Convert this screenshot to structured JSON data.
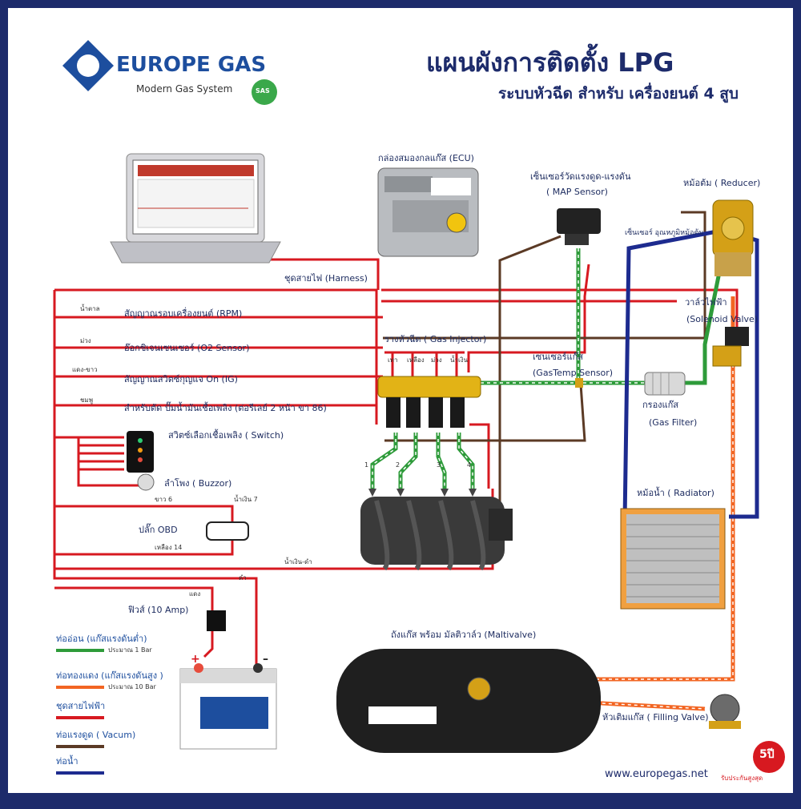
{
  "brand": {
    "name": "EUROPE GAS",
    "tagline": "Modern Gas System",
    "badge": "SAS",
    "website": "www.europegas.net",
    "warranty": "รับประกันสูงสุด",
    "warranty_years": "5ปี"
  },
  "title": {
    "main": "แผนผังการติดตั้ง LPG",
    "sub": "ระบบหัวฉีด สำหรับ เครื่องยนต์ 4 สูบ"
  },
  "components": {
    "ecu": "กล่องสมองกลแก๊ส (ECU)",
    "harness": "ชุดสายไฟ (Harness)",
    "map_sensor_th": "เซ็นเซอร์วัดแรงดูด-แรงดัน",
    "map_sensor_en": "( MAP Sensor)",
    "reducer": "หม้อต้ม ( Reducer)",
    "reducer_temp": "เซ็นเซอร์ อุณหภูมิหม้อต้ม",
    "solenoid_th": "วาล์วไฟฟ้า",
    "solenoid_en": "(Solenoid Valve)",
    "injector": "รางหัวฉีด ( Gas Injector)",
    "gas_temp_th": "เซนเซอร์แก๊ส",
    "gas_temp_en": "(GasTemp Sensor)",
    "filter_th": "กรองแก๊ส",
    "filter_en": "(Gas Filter)",
    "radiator": "หม้อน้ำ ( Radiator)",
    "tank": "ถังแก๊ส พร้อม มัลติวาล์ว (Maltivalve)",
    "filling": "หัวเติมแก๊ส ( Filling Valve)",
    "fuse": "ฟิวส์ (10 Amp)",
    "switch": "สวิตซ์เลือกเชื้อเพลิง ( Switch)",
    "buzzer": "ลำโพง ( Buzzor)",
    "obd": "ปลั๊ก OBD"
  },
  "signals": [
    {
      "wire": "น้ำตาล",
      "label": "สัญญาณรอบเครื่องยนต์ (RPM)"
    },
    {
      "wire": "ม่วง",
      "label": "อ๊อกซิเจนเซนเซอร์ (O2 Sensor)"
    },
    {
      "wire": "แดง-ขาว",
      "label": "สัญญาณสวิตซ์กุญแจ On (IG)"
    },
    {
      "wire": "ชมพู",
      "label": "สำหรับตัด ปั๊มน้ำมันเชื้อเพลิง (ต่อรีเลย์ 2 หน้า ขา 86)"
    }
  ],
  "wire_labels": {
    "obd_white": "ขาว 6",
    "obd_blue": "น้ำเงิน 7",
    "obd_yellow": "เหลือง 14",
    "blue_black": "น้ำเงิน-ดำ",
    "black": "ดำ",
    "red": "แดง",
    "inj_gray": "เทา",
    "inj_yellow": "เหลือง",
    "inj_purple": "ม่วง",
    "inj_blue": "น้ำเงิน",
    "cyl1": "1",
    "cyl2": "2",
    "cyl3": "3",
    "cyl4": "4",
    "plus": "+",
    "minus": "–"
  },
  "legend": [
    {
      "label": "ท่ออ่อน (แก๊สแรงดันต่ำ)",
      "note": "ประมาณ 1 Bar",
      "color": "#2e9b3a"
    },
    {
      "label": "ท่อทองแดง (แก๊สแรงดันสูง )",
      "note": "ประมาณ 10 Bar",
      "color": "#f26522"
    },
    {
      "label": "ชุดสายไฟฟ้า",
      "note": "",
      "color": "#d71920"
    },
    {
      "label": "ท่อแรงดูด ( Vacum)",
      "note": "",
      "color": "#5b3a25"
    },
    {
      "label": "ท่อน้ำ",
      "note": "",
      "color": "#1d2b8f"
    }
  ],
  "colors": {
    "frame": "#1d2b6b",
    "text": "#1b2a5e",
    "harness": "#d71920",
    "low_pressure": "#2e9b3a",
    "high_pressure": "#f26522",
    "vacuum": "#5b3a25",
    "coolant": "#1d2b8f"
  }
}
